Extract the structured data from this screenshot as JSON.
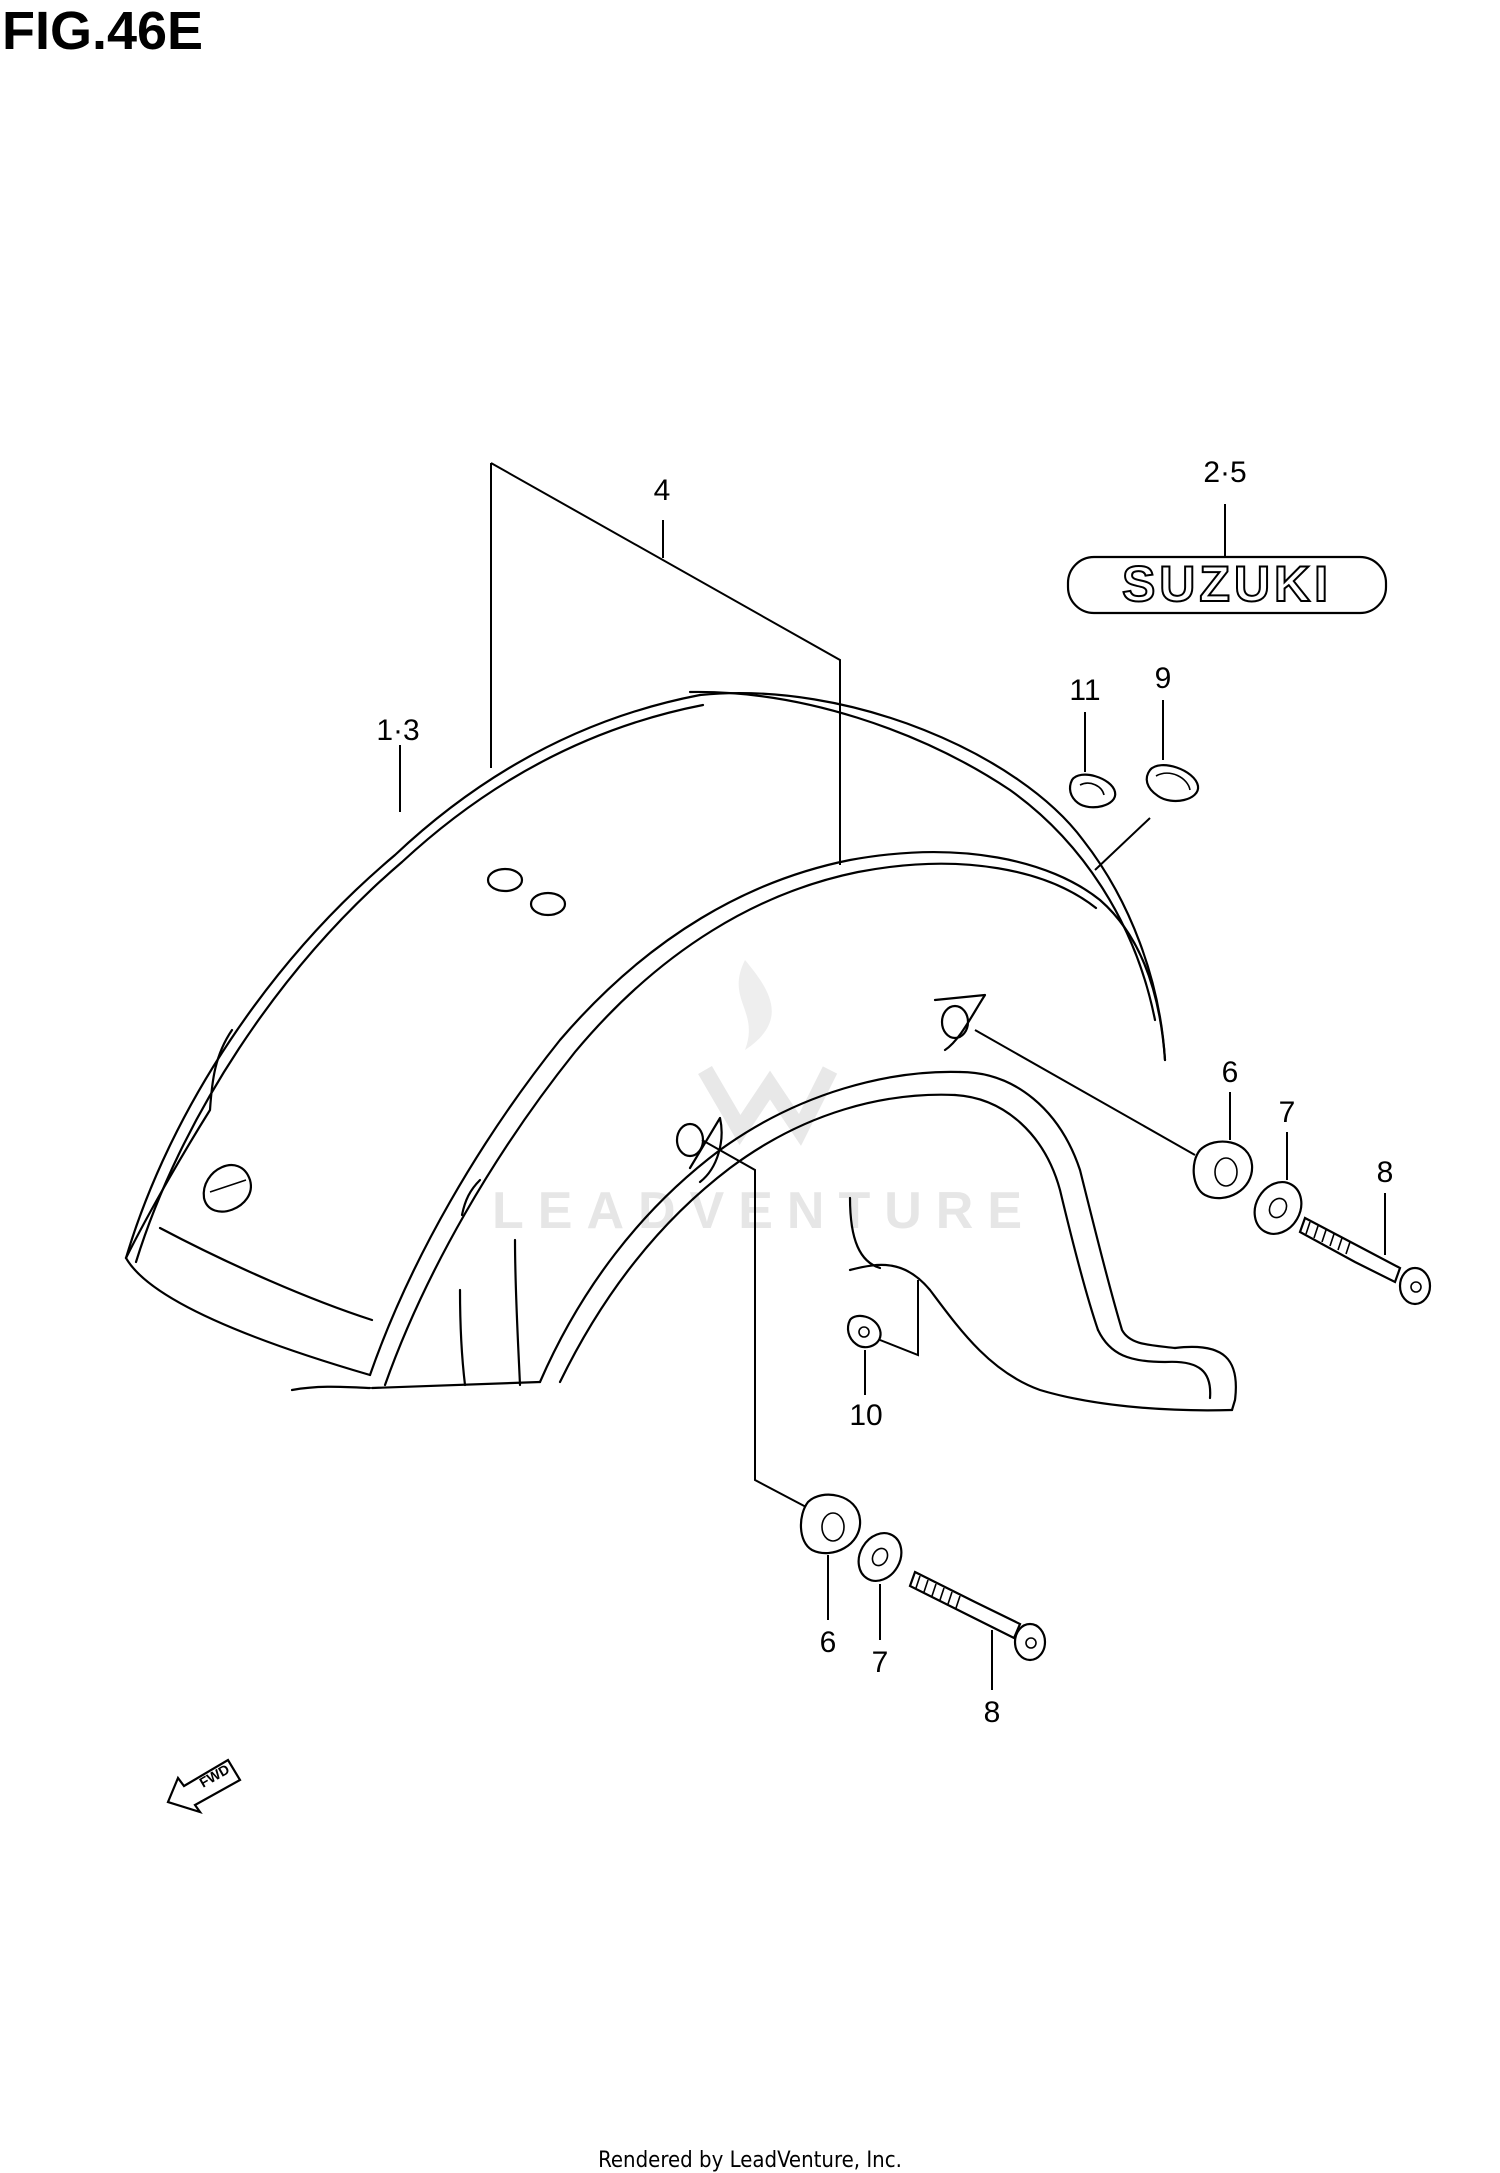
{
  "figure": {
    "title": "FIG.46E",
    "footer": "Rendered by LeadVenture, Inc.",
    "watermark": "LEADVENTURE",
    "emblem_text": "SUZUKI",
    "direction_label": "FWD"
  },
  "callouts": {
    "c1_3": "1·3",
    "c2_5": "2·5",
    "c4": "4",
    "c6a": "6",
    "c6b": "6",
    "c7a": "7",
    "c7b": "7",
    "c8a": "8",
    "c8b": "8",
    "c9": "9",
    "c10": "10",
    "c11": "11"
  }
}
